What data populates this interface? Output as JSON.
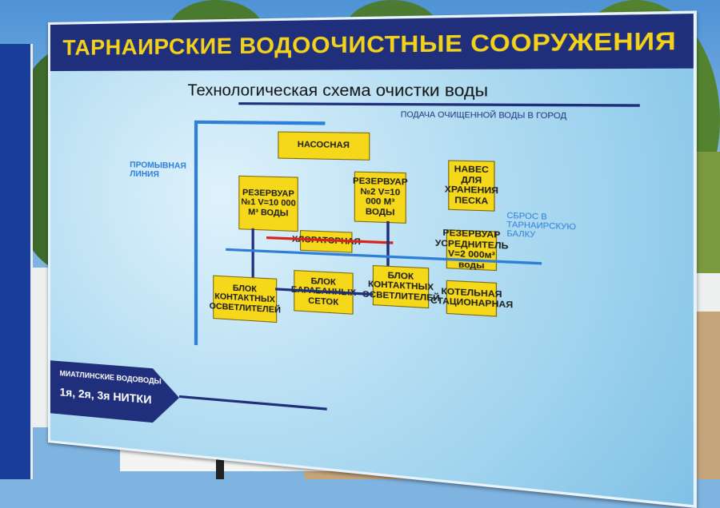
{
  "sign": {
    "title": "ТАРНАИРСКИЕ ВОДООЧИСТНЫЕ СООРУЖЕНИЯ",
    "subtitle": "Технологическая схема очистки воды",
    "labels": {
      "supply": "ПОДАЧА ОЧИЩЕННОЙ ВОДЫ В ГОРОД",
      "wash_line": "ПРОМЫВНАЯ ЛИНИЯ",
      "discharge": "СБРОС В ТАРНАИРСКУЮ БАЛКУ",
      "intake_line1": "МИАТЛИНСКИЕ ВОДОВОДЫ",
      "intake_line2": "1я, 2я, 3я НИТКИ"
    },
    "boxes": {
      "pump": "НАСОСНАЯ",
      "res1": "РЕЗЕРВУАР №1 V=10 000 М³ ВОДЫ",
      "res2": "РЕЗЕРВУАР №2 V=10 000 М³ ВОДЫ",
      "chlorine": "ХЛОРАТОРНАЯ",
      "sand": "НАВЕС ДЛЯ ХРАНЕНИЯ ПЕСКА",
      "equalizer": "РЕЗЕРВУАР УСРЕДНИТЕЛЬ V=2 000м³ воды",
      "contact_left": "БЛОК КОНТАКТНЫХ ОСВЕТЛИТЕЛЕЙ",
      "drum": "БЛОК БАРАБАННЫХ СЕТОК",
      "contact_right": "БЛОК КОНТАКТНЫХ ОСВЕТЛИТЕЛЕЙ",
      "boiler": "КОТЕЛЬНАЯ СТАЦИОНАРНАЯ"
    }
  },
  "colors": {
    "banner": "#1f2f7c",
    "title_text": "#f4d21a",
    "box": "#f6d81b",
    "wash_line": "#2f7fd6",
    "chlorine_arrow": "#d9241c"
  }
}
